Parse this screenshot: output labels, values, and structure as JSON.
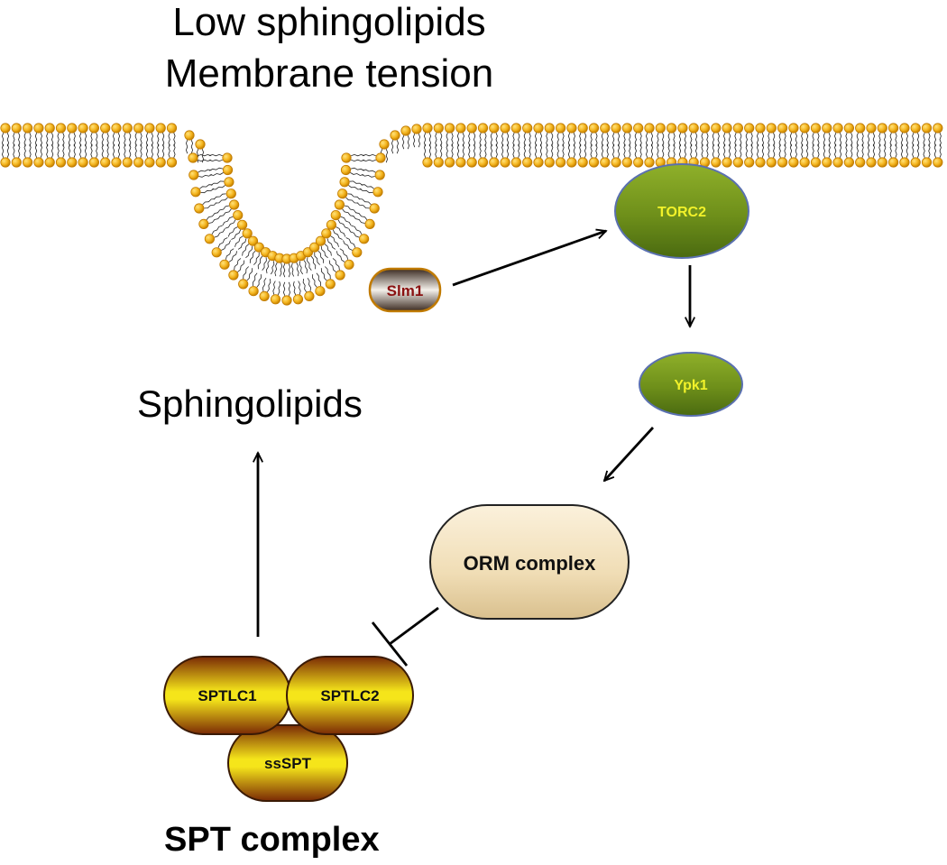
{
  "title": {
    "line1": "Low sphingolipids",
    "line2": "Membrane tension"
  },
  "labels": {
    "sphingolipids": "Sphingolipids",
    "spt_complex": "SPT complex"
  },
  "nodes": {
    "slm1": "Slm1",
    "torc2": "TORC2",
    "ypk1": "Ypk1",
    "orm": "ORM complex",
    "sptlc1": "SPTLC1",
    "sptlc2": "SPTLC2",
    "ssspt": "ssSPT"
  },
  "colors": {
    "lipid_head": "#f4b51f",
    "lipid_head_edge": "#c07a00",
    "green_node": "#6e8f1a",
    "green_node_text": "#f2f22a",
    "orm_fill": "#f0e0c0",
    "spt_fill_center": "#f5e51a",
    "spt_fill_edge": "#7a2a05",
    "slm1_text": "#8a1010"
  },
  "edges": [
    {
      "from": "Slm1",
      "to": "TORC2",
      "type": "activation"
    },
    {
      "from": "TORC2",
      "to": "Ypk1",
      "type": "activation"
    },
    {
      "from": "Ypk1",
      "to": "ORM complex",
      "type": "activation"
    },
    {
      "from": "ORM complex",
      "to": "SPT complex",
      "type": "inhibition"
    },
    {
      "from": "SPT complex",
      "to": "Sphingolipids",
      "type": "activation"
    }
  ]
}
